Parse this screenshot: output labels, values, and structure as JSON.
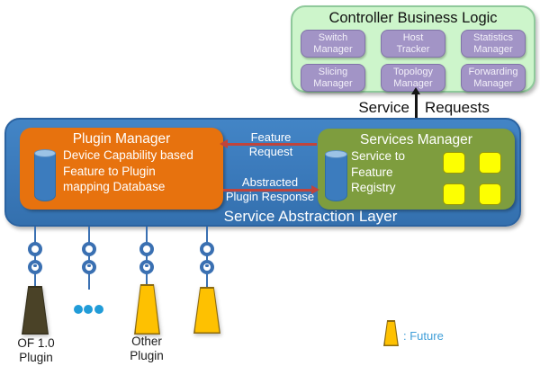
{
  "controller": {
    "title": "Controller Business Logic",
    "modules": [
      "Switch Manager",
      "Host Tracker",
      "Statistics Manager",
      "Slicing Manager",
      "Topology Manager",
      "Forwarding Manager"
    ]
  },
  "service_requests": {
    "left": "Service",
    "right": "Requests"
  },
  "sal": {
    "label": "Service Abstraction Layer",
    "plugin_manager": {
      "title": "Plugin Manager",
      "lines": [
        "Device Capability based",
        "Feature to Plugin",
        "mapping Database"
      ]
    },
    "services_manager": {
      "title": "Services Manager",
      "lines": [
        "Service to",
        "Feature",
        "Registry"
      ]
    },
    "feature_request": {
      "line1": "Feature",
      "line2": "Request"
    },
    "abstracted_response": {
      "line1": "Abstracted",
      "line2": "Plugin Response"
    }
  },
  "plugins": {
    "of10": {
      "line1": "OF 1.0",
      "line2": "Plugin"
    },
    "other": {
      "line1": "Other",
      "line2": "Plugin"
    },
    "ellipsis": "..."
  },
  "legend": {
    "label": ": Future"
  },
  "colors": {
    "layer_blue": "#3a79ba",
    "plugin_orange": "#e7720e",
    "services_green": "#7e9d3e",
    "controller_green": "#cdf5cb",
    "module_purple": "#a294c6",
    "feature_yellow": "#fdff01",
    "arrow_red": "#c0443c",
    "future_trapezoid_yellow": "#fec101",
    "of10_trapezoid_olive": "#4a4227",
    "future_text_blue": "#3f9ed8"
  }
}
